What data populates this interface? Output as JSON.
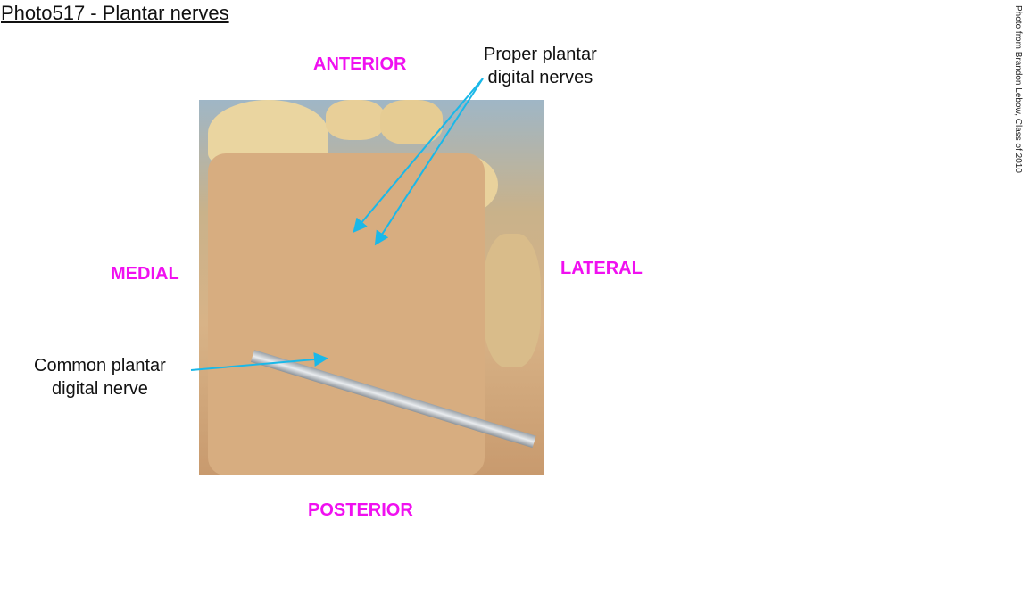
{
  "title": "Photo517 - Plantar nerves",
  "credit": "Photo from Brandon Lebow, Class of 2010",
  "directions": {
    "anterior": "ANTERIOR",
    "posterior": "POSTERIOR",
    "medial": "MEDIAL",
    "lateral": "LATERAL"
  },
  "labels": {
    "proper": [
      "Proper plantar",
      "digital nerves"
    ],
    "common": [
      "Common plantar",
      "digital nerve"
    ]
  },
  "colors": {
    "direction": "#f010f0",
    "arrow": "#1ab8e8"
  }
}
